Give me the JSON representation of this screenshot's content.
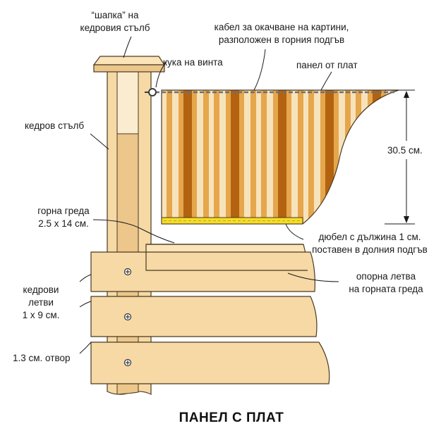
{
  "title": "ПАНЕЛ С ПЛАТ",
  "colors": {
    "wood_light": "#f6d9a5",
    "wood_mid": "#ecc68a",
    "stripe_brown": "#b3630f",
    "stripe_orange": "#e6a64c",
    "stripe_cream": "#f7e3bb",
    "dowel_yellow": "#f5dd2a",
    "outline": "#4a3a22"
  },
  "labels": {
    "cap_line1": "“шапка” на",
    "cap_line2": "кедровия стълб",
    "cable_line1": "кабел за окачване на картини,",
    "cable_line2": "разположен в горния подгъв",
    "hook": "кука на винта",
    "fabric_panel": "панел от плат",
    "post": "кедров стълб",
    "height": "30.5 см.",
    "top_beam_line1": "горна греда",
    "top_beam_line2": "2.5 x 14 см.",
    "dowel_line1": "дюбел с дължина 1 см.",
    "dowel_line2": "поставен в долния подгъв",
    "support_line1": "опорна летва",
    "support_line2": "на горната греда",
    "slats_line1": "кедрови",
    "slats_line2": "летви",
    "slats_line3": "1 x 9 см.",
    "hole": "1.3 см. отвор"
  }
}
